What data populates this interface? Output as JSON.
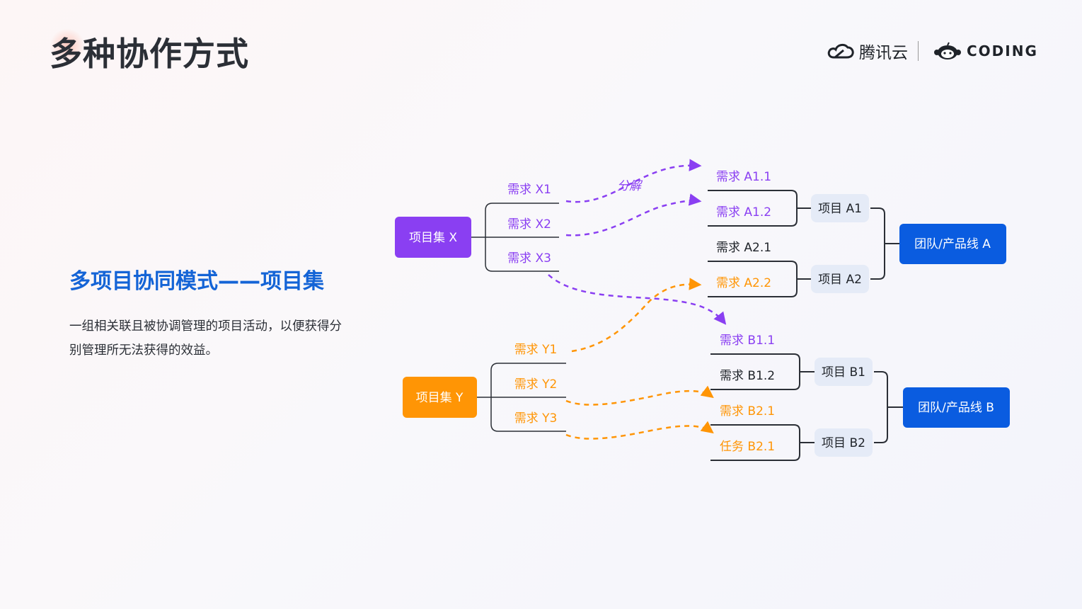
{
  "page": {
    "title": "多种协作方式",
    "brand_tencent": "腾讯云",
    "brand_coding": "CODING"
  },
  "section": {
    "heading": "多项目协同模式——项目集",
    "body": "一组相关联且被协调管理的项目活动，以便获得分别管理所无法获得的效益。"
  },
  "diagram": {
    "colors": {
      "purple": "#8a3ff2",
      "orange": "#ff9505",
      "blue": "#0a5ce0",
      "dark": "#2b2f36",
      "pill": "#e5ebf7"
    },
    "program_x": "项目集 X",
    "program_y": "项目集 Y",
    "x_reqs": [
      "需求 X1",
      "需求 X2",
      "需求 X3"
    ],
    "y_reqs": [
      "需求 Y1",
      "需求 Y2",
      "需求 Y3"
    ],
    "decompose_label": "分解",
    "a1_items": [
      "需求 A1.1",
      "需求 A1.2"
    ],
    "a2_items": [
      "需求 A2.1",
      "需求 A2.2"
    ],
    "b1_items": [
      "需求 B1.1",
      "需求 B1.2"
    ],
    "b2_items": [
      "需求 B2.1",
      "任务 B2.1"
    ],
    "project_a1": "项目 A1",
    "project_a2": "项目 A2",
    "project_b1": "项目 B1",
    "project_b2": "项目 B2",
    "team_a": "团队/产品线 A",
    "team_b": "团队/产品线 B"
  }
}
